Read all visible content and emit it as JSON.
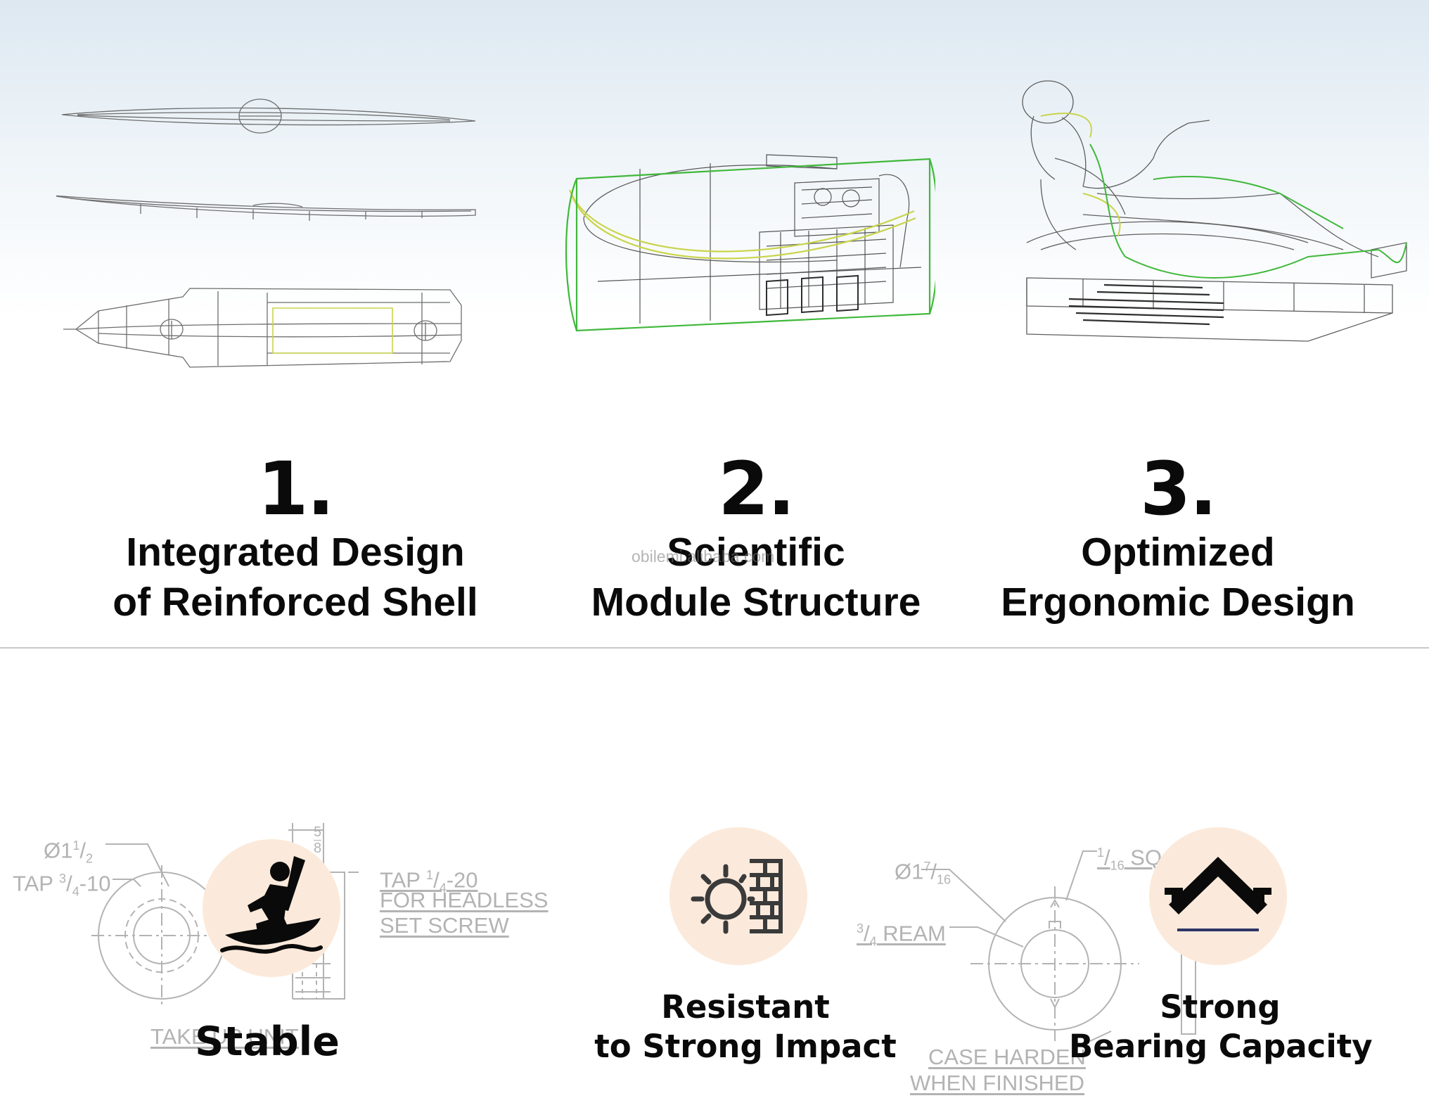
{
  "steps": [
    {
      "number": "1.",
      "line1": "Integrated Design",
      "line2": "of Reinforced Shell"
    },
    {
      "number": "2.",
      "line1": "Scientific",
      "line2": "Module Structure"
    },
    {
      "number": "3.",
      "line1": "Optimized",
      "line2": "Ergonomic Design"
    }
  ],
  "watermark": "obilemi.alibaba.com",
  "features": [
    {
      "line1": "Stable"
    },
    {
      "line1": "Resistant",
      "line2": "to Strong Impact"
    },
    {
      "line1": "Strong",
      "line2": "Bearing Capacity"
    }
  ],
  "blueprint_left": {
    "dia_prefix": "Ø1",
    "dia_num": "1",
    "dia_den": "2",
    "tap_prefix": "TAP ",
    "tap_num": "3",
    "tap_den": "4",
    "tap_suffix": "-10",
    "dim_num": "5",
    "dim_den": "8",
    "tap2_prefix": "TAP ",
    "tap2_num": "1",
    "tap2_den": "4",
    "tap2_suffix": "-20",
    "note1": "FOR HEADLESS",
    "note2": "SET SCREW",
    "bottom": "TAKE UP UNIT"
  },
  "blueprint_right": {
    "dia_prefix": "Ø1",
    "dia_num": "7",
    "dia_den": "16",
    "sq_num": "1",
    "sq_den": "16",
    "sq_suffix": " SQ.",
    "ream_num": "3",
    "ream_den": "4",
    "ream_suffix": " REAM",
    "note1": "CASE HARDEN",
    "note2": "WHEN FINISHED"
  },
  "colors": {
    "icon_bg": "#fbeadb",
    "text": "#0a0a0a",
    "wire": "#6e6e6e",
    "accent_green": "#3fb83a",
    "accent_yellow": "#c9d44a",
    "blueprint_gray": "#b3b3b3",
    "bearing_line": "#2d3566"
  },
  "icons": [
    "kayaker-icon",
    "impact-icon",
    "bearing-capacity-icon"
  ]
}
